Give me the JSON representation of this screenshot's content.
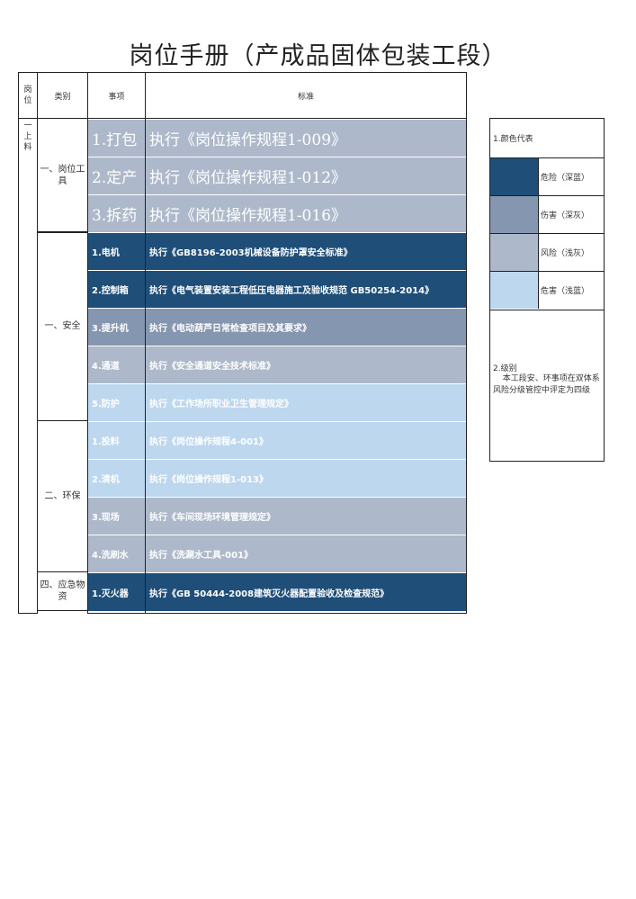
{
  "title": "岗位手册（产成品固体包装工段）",
  "header": {
    "post": "岗位",
    "category": "类别",
    "item": "事项",
    "standard": "标准"
  },
  "post_name": "一上料",
  "colors": {
    "deep_blue": "#1f4e79",
    "deep_gray": "#8496b0",
    "light_gray": "#adb9ca",
    "light_blue": "#bdd7ee"
  },
  "groups": [
    {
      "label": "一、岗位工具",
      "rows": [
        {
          "item": "1.打包",
          "standard": "执行《岗位操作规程1-009》",
          "level": "light_gray"
        },
        {
          "item": "2.定产",
          "standard": "执行《岗位操作规程1-012》",
          "level": "light_gray"
        },
        {
          "item": "3.拆药",
          "standard": "执行《岗位操作规程1-016》",
          "level": "light_gray"
        }
      ]
    },
    {
      "label": "一、安全",
      "rows": [
        {
          "item": "1.电机",
          "standard": "执行《GB8196-2003机械设备防护罩安全标准》",
          "level": "deep_blue"
        },
        {
          "item": "2.控制箱",
          "standard": "执行《电气装置安装工程低压电器施工及验收规范 GB50254-2014》",
          "level": "deep_blue"
        },
        {
          "item": "3.提升机",
          "standard": "执行《电动葫芦日常检查项目及其要求》",
          "level": "deep_gray"
        },
        {
          "item": "4.通道",
          "standard": "执行《安全通道安全技术标准》",
          "level": "light_gray"
        },
        {
          "item": "5.防护",
          "standard": "执行《工作场所职业卫生管理规定》",
          "level": "light_blue"
        }
      ]
    },
    {
      "label": "二、环保",
      "rows": [
        {
          "item": "1.投料",
          "standard": "执行《岗位操作规程4-001》",
          "level": "light_blue"
        },
        {
          "item": "2.清机",
          "standard": "执行《岗位操作规程1-013》",
          "level": "light_blue"
        },
        {
          "item": "3.现场",
          "standard": "执行《车间现场环境管理规定》",
          "level": "light_gray"
        },
        {
          "item": "4.洗刷水",
          "standard": "执行《洗涮水工具-001》",
          "level": "light_gray"
        }
      ]
    },
    {
      "label": "四、应急物资",
      "rows": [
        {
          "item": "1.灭火器",
          "standard": "执行《GB 50444-2008建筑灭火器配置验收及检查规范》",
          "level": "deep_blue"
        }
      ]
    }
  ],
  "legend": {
    "title": "1.颜色代表",
    "items": [
      {
        "label": "危险（深蓝）",
        "level": "deep_blue"
      },
      {
        "label": "伤害（深灰）",
        "level": "deep_gray"
      },
      {
        "label": "风险（浅灰）",
        "level": "light_gray"
      },
      {
        "label": "危害（浅蓝）",
        "level": "light_blue"
      }
    ],
    "level_title": "2.级别",
    "level_text": "本工段安、环事项在双体系风险分级管控中评定为四级"
  }
}
